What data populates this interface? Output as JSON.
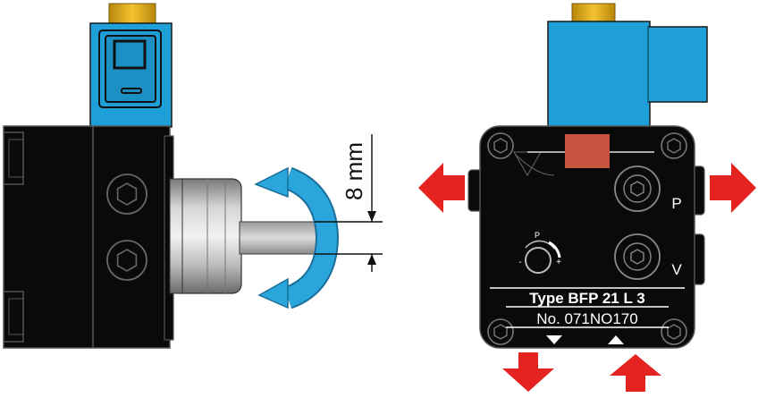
{
  "shaft_dimension": "8 mm",
  "nameplate": {
    "type_line": "Type BFP 21 L 3",
    "number_line": "No. 071NO170"
  },
  "port_labels": {
    "pressure": "P",
    "vacuum": "V"
  },
  "pressure_adjuster": {
    "label": "P",
    "minus": "-",
    "plus": "+"
  },
  "colors": {
    "solenoid_blue": "#1f9fd8",
    "pump_body": "#0a0a0a",
    "arrow_red": "#e52321",
    "connector_brass": "#d8a21e",
    "indicator_red": "#c8533e",
    "rotation_arrow": "#2aa6dc"
  },
  "icons": {
    "rotation": "rotation-arrow-icon",
    "flow_out": "red-arrow-icon",
    "flow_in": "red-arrow-icon"
  }
}
